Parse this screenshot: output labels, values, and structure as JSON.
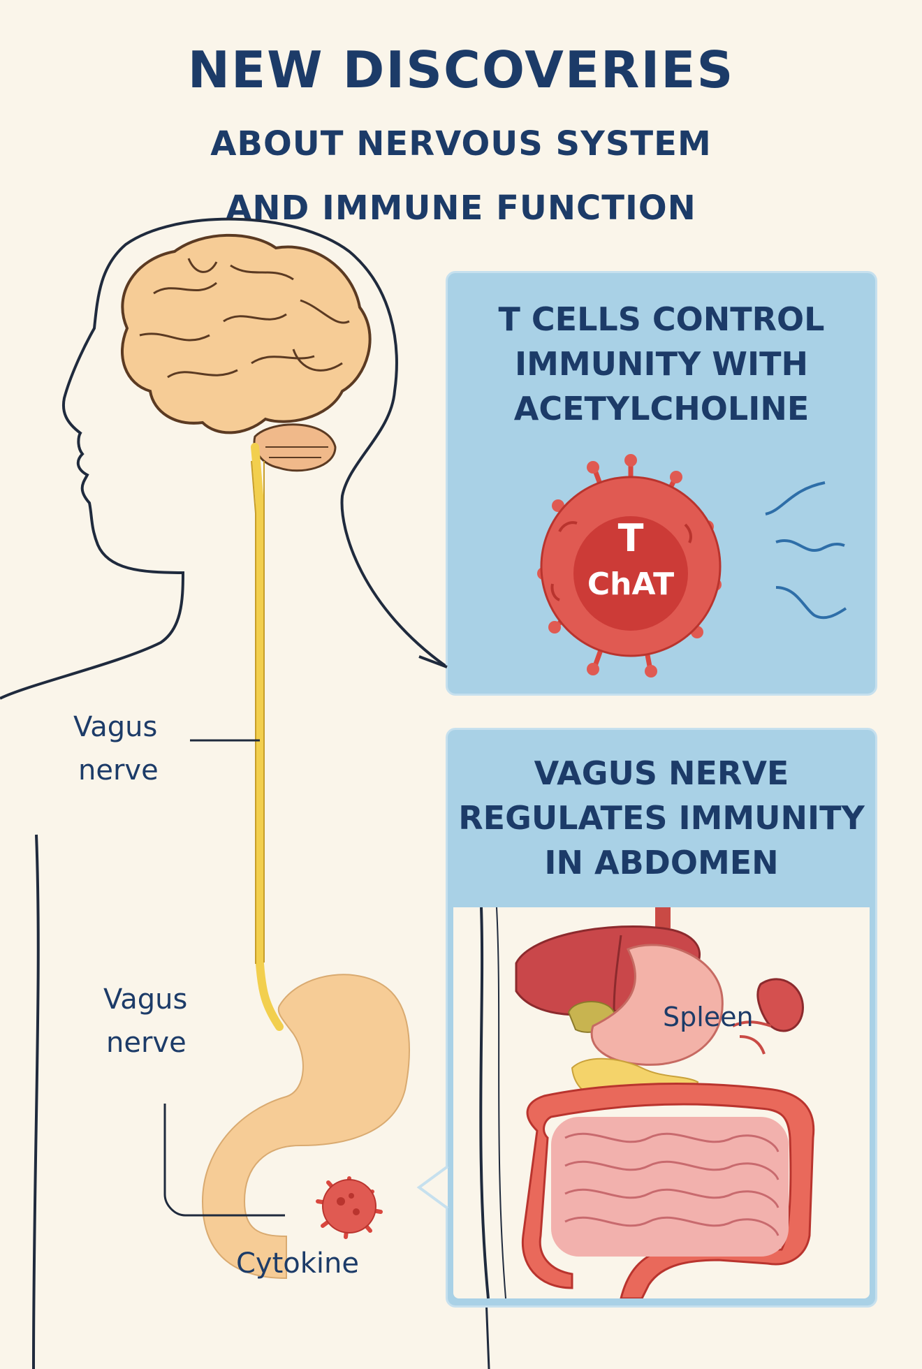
{
  "title": {
    "line1": "NEW DISCOVERIES",
    "line2": "ABOUT NERVOUS SYSTEM",
    "line3": "AND IMMUNE FUNCTION"
  },
  "panel_top": {
    "lines": [
      "T CELLS CONTROL",
      "IMMUNITY WITH",
      "ACETYLCHOLINE"
    ],
    "cell_letter": "T",
    "cell_label": "ChAT"
  },
  "panel_bottom": {
    "lines": [
      "VAGUS NERVE",
      "REGULATES IMMUNITY",
      "IN ABDOMEN"
    ],
    "organ_label": "Spleen"
  },
  "labels": {
    "vagus_upper": [
      "Vagus",
      "nerve"
    ],
    "vagus_lower": [
      "Vagus",
      "nerve"
    ],
    "cytokine": "Cytokine"
  },
  "colors": {
    "title": "#1c3b68",
    "panel": "#a9d1e6",
    "nerve": "#f2cf4e",
    "cell": "#e05a52",
    "brain": "#f6cc96"
  }
}
